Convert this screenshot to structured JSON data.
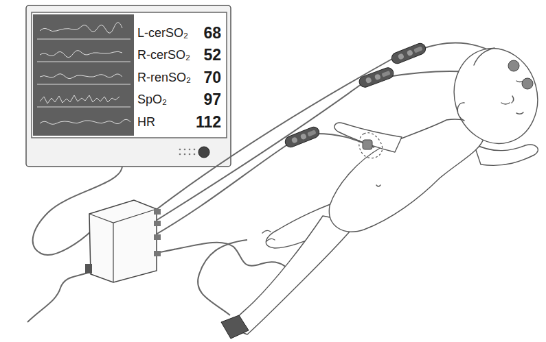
{
  "diagram": {
    "nodes": [
      {
        "text": [
          "L-cerSO₂",
          "68",
          "R-cerSO₂",
          "52",
          "R-renSO₂",
          "70",
          "SpO₂",
          "97",
          "HR",
          "112"
        ]
      }
    ]
  }
}
